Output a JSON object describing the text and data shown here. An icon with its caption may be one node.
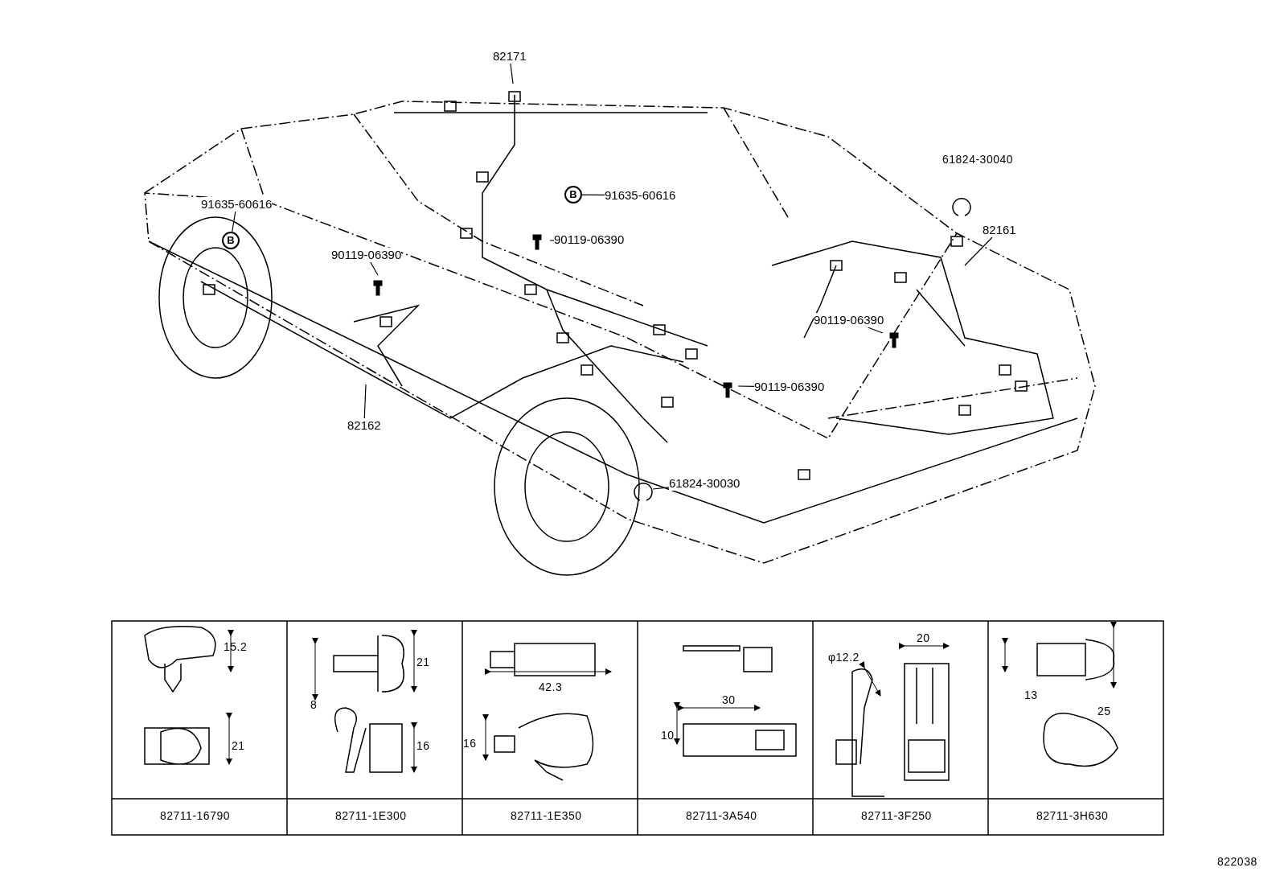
{
  "diagram": {
    "nodes": [
      {
        "text": [
          "82171"
        ]
      },
      {
        "text": [
          "91635-60616"
        ]
      },
      {
        "text": [
          "B"
        ]
      },
      {
        "text": [
          "B"
        ]
      },
      {
        "text": [
          "91635-60616"
        ]
      },
      {
        "text": [
          "90119-06390"
        ]
      },
      {
        "text": [
          "90119-06390"
        ]
      },
      {
        "text": [
          "82161"
        ]
      },
      {
        "text": [
          "90119-06390"
        ]
      },
      {
        "text": [
          "90119-06390"
        ]
      },
      {
        "text": [
          "82162"
        ]
      },
      {
        "text": [
          "61824-30030"
        ]
      }
    ],
    "edges": [
      {
        "from": 0,
        "to": null,
        "arrow": "none"
      },
      {
        "from": 1,
        "to": 2,
        "arrow": "none"
      },
      {
        "from": 4,
        "to": 3,
        "arrow": "none"
      },
      {
        "from": 5,
        "to": null,
        "arrow": "none"
      },
      {
        "from": 6,
        "to": null,
        "arrow": "none"
      },
      {
        "from": 7,
        "to": null,
        "arrow": "none"
      },
      {
        "from": 8,
        "to": null,
        "arrow": "none"
      },
      {
        "from": 9,
        "to": null,
        "arrow": "none"
      },
      {
        "from": 10,
        "to": null,
        "arrow": "none"
      },
      {
        "from": 11,
        "to": null,
        "arrow": "none"
      }
    ],
    "labels": [
      "61824-30040",
      "15.2",
      "21",
      "8",
      "21",
      "16",
      "42.3",
      "16",
      "30",
      "10",
      "φ12.2",
      "20",
      "13",
      "25",
      "82711-16790",
      "82711-1E300",
      "82711-1E350",
      "82711-3A540",
      "82711-3F250",
      "82711-3H630",
      "822038"
    ]
  }
}
